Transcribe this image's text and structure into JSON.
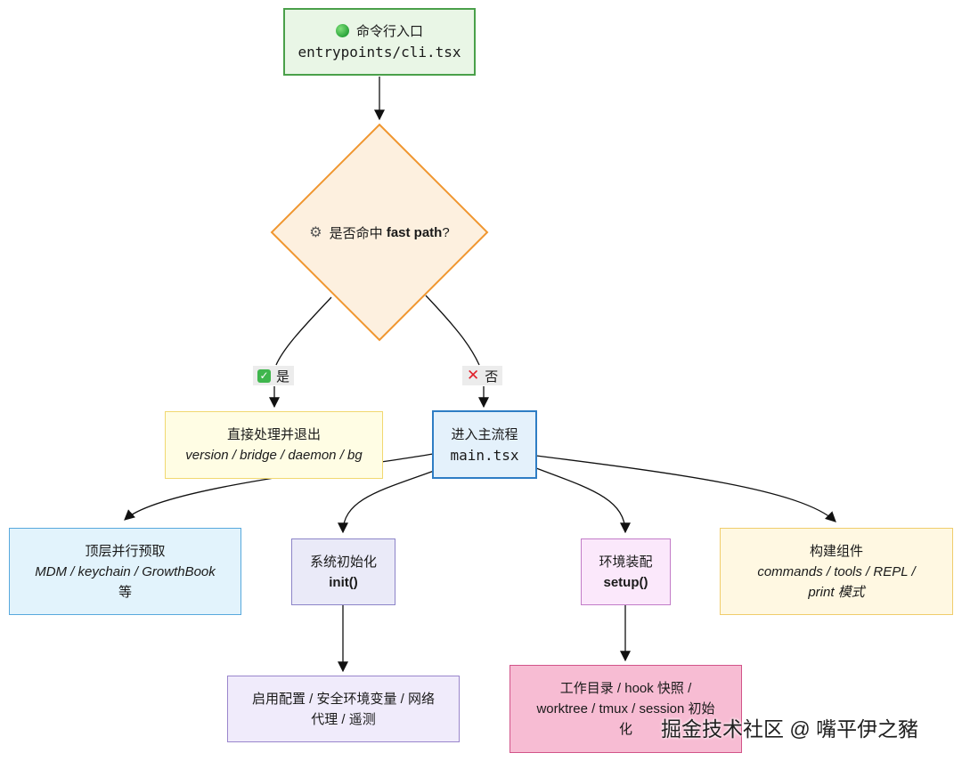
{
  "nodes": {
    "cli": {
      "title": "命令行入口",
      "path": "entrypoints/cli.tsx"
    },
    "decision": {
      "prefix": "是否命中",
      "bold": "fast path",
      "suffix": "?"
    },
    "fast_exit": {
      "title": "直接处理并退出",
      "detail": "version / bridge / daemon / bg"
    },
    "main": {
      "title": "进入主流程",
      "path": "main.tsx"
    },
    "prefetch": {
      "title": "顶层并行预取",
      "detail": "MDM / keychain / GrowthBook",
      "suffix": "等"
    },
    "init": {
      "title": "系统初始化",
      "call": "init()"
    },
    "setup": {
      "title": "环境装配",
      "call": "setup()"
    },
    "components": {
      "title": "构建组件",
      "detail": "commands / tools / REPL /",
      "detail2": "print",
      "suffix": "模式"
    },
    "init_detail": {
      "line1": "启用配置 / 安全环境变量 / 网络",
      "line2": "代理 / 遥测"
    },
    "setup_detail": {
      "line1": "工作目录 / hook 快照 /",
      "line2": "worktree / tmux / session 初始",
      "line3": "化"
    }
  },
  "edge_labels": {
    "yes": "是",
    "no": "否"
  },
  "icons": {
    "entry": "green-circle-icon",
    "decision": "gear-icon",
    "yes": "check-mark-icon",
    "no": "cross-mark-icon"
  },
  "watermark": "掘金技术社区 @ 嘴平伊之豬"
}
